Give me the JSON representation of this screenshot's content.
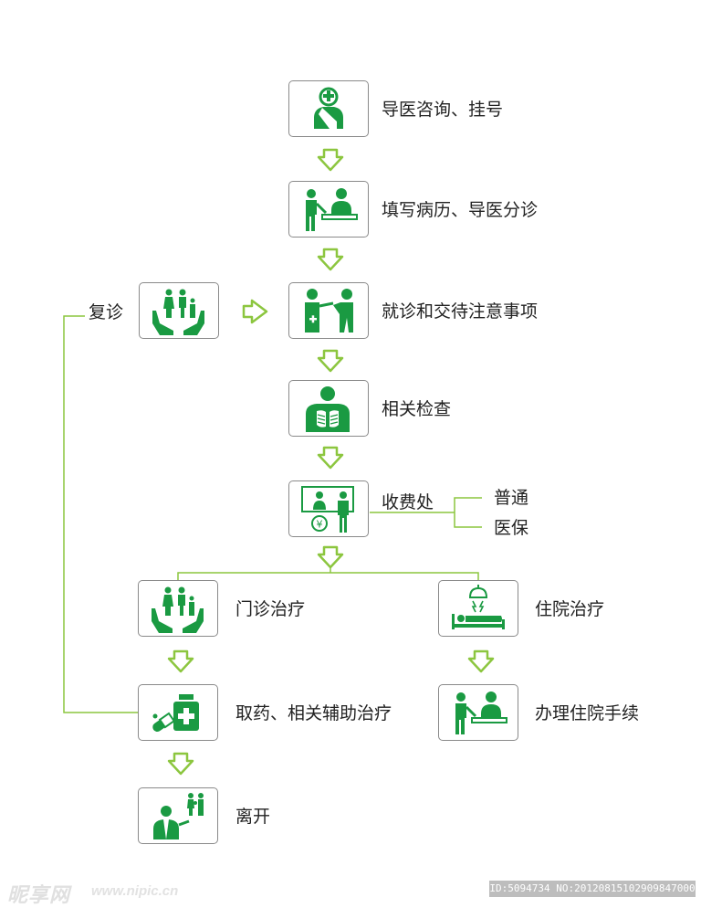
{
  "steps": {
    "s1": "导医咨询、挂号",
    "s2": "填写病历、导医分诊",
    "s3": "就诊和交待注意事项",
    "s4": "相关检查",
    "s5": "收费处",
    "s5_opt1": "普通",
    "s5_opt2": "医保",
    "s6": "门诊治疗",
    "s7": "住院治疗",
    "s8": "取药、相关辅助治疗",
    "s9": "办理住院手续",
    "s10": "离开",
    "revisit": "复诊"
  },
  "colors": {
    "icon_green": "#1a9a42",
    "arrow_green": "#8cc63f",
    "line_green": "#8cc63f",
    "box_border": "#8a8a8a"
  },
  "icons": {
    "s1": "nurse-icon",
    "s2": "triage-desk-icon",
    "s3": "doctor-consult-icon",
    "s4": "chest-xray-icon",
    "s5": "cashier-icon",
    "s6": "family-care-hands-icon",
    "s7": "hospital-bed-icon",
    "s8": "medicine-pills-icon",
    "s9": "admission-desk-icon",
    "s10": "doctor-farewell-icon",
    "revisit": "family-care-hands-icon"
  },
  "watermark": {
    "logo": "昵享网",
    "url": "www.nipic.cn",
    "id": "ID:5094734 NO:20120815102909847000"
  }
}
